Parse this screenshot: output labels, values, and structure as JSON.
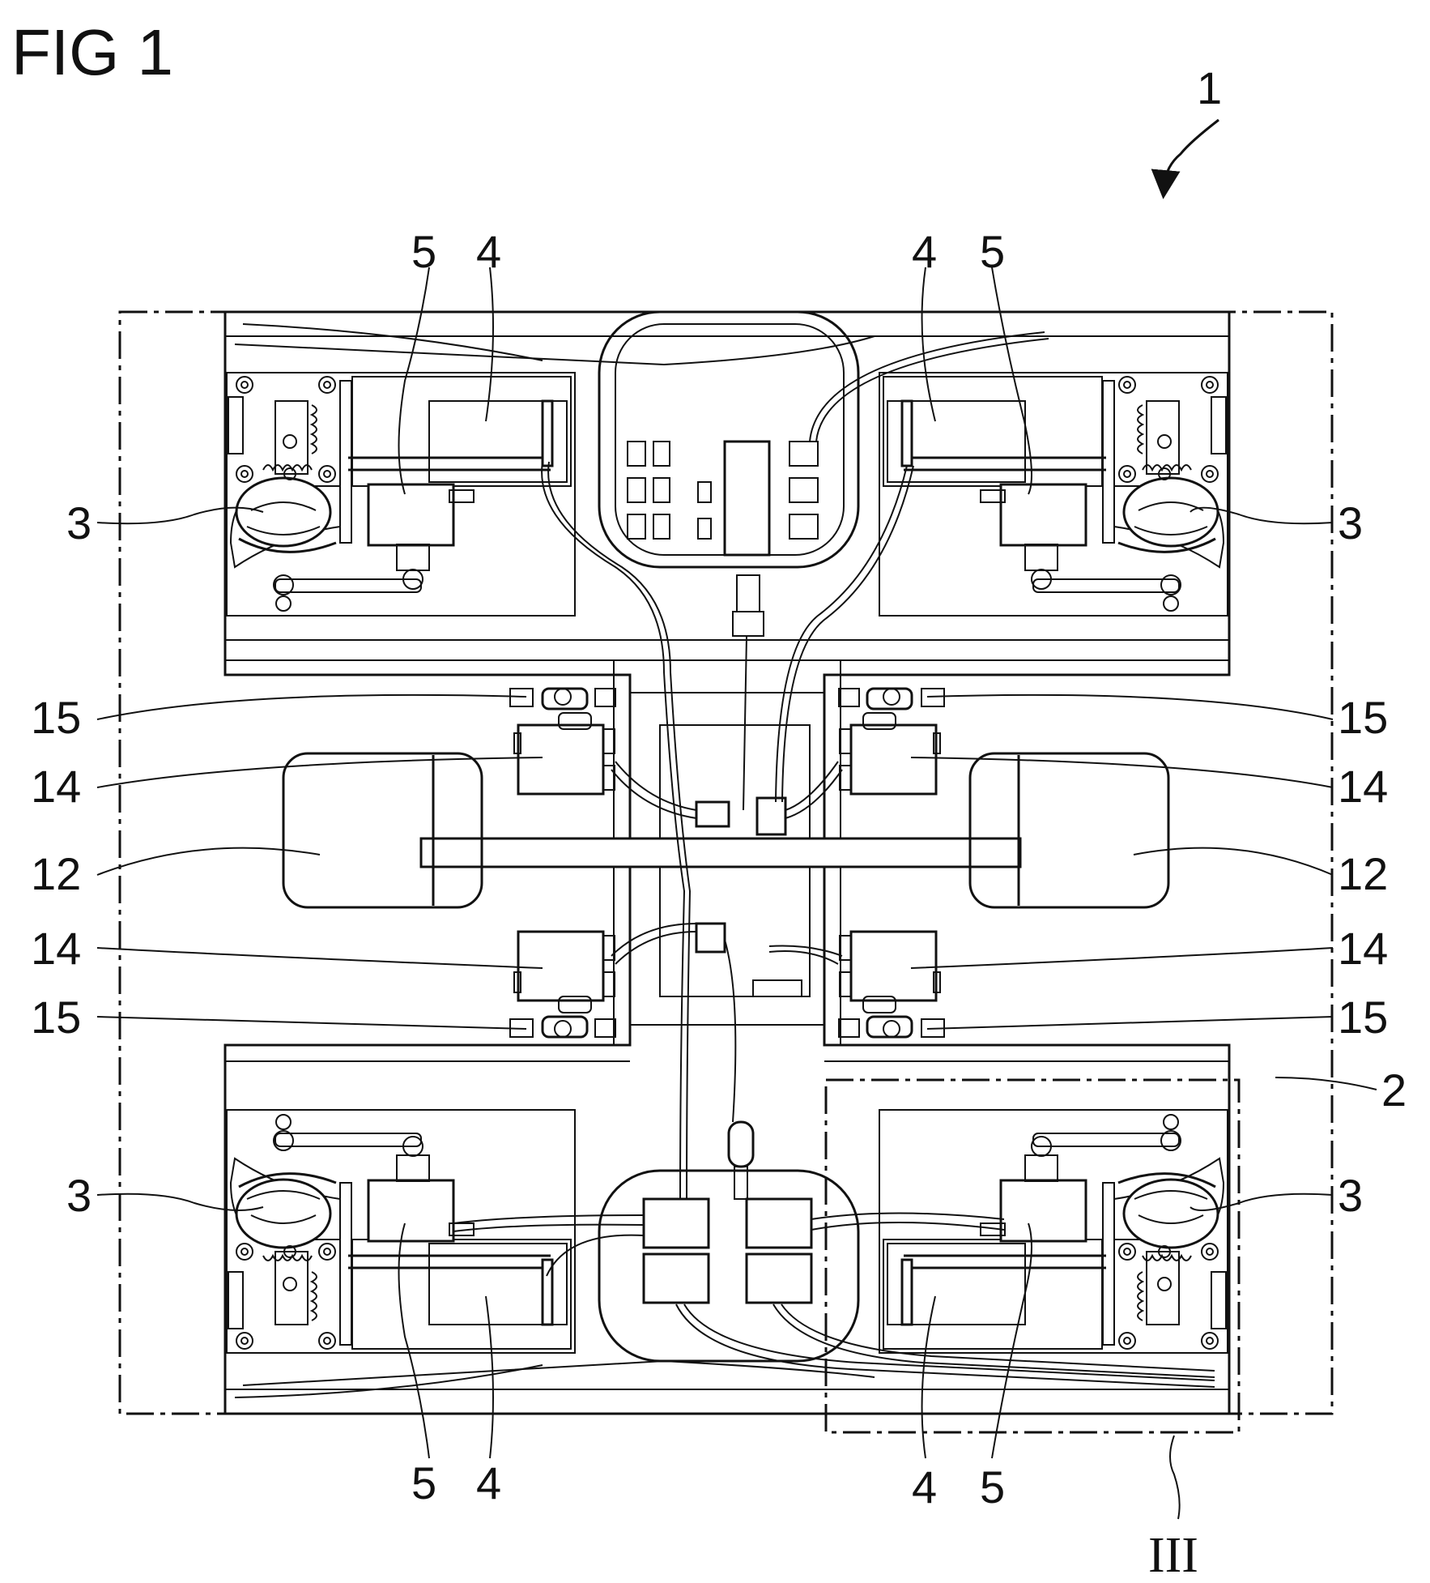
{
  "figure": {
    "title": "FIG 1",
    "labels": {
      "device": "1",
      "frame": "2",
      "wheel_unit": "3",
      "motor": "4",
      "steering_actuator": "5",
      "battery": "12",
      "servo": "14",
      "hinge": "15",
      "detail_ref": "III"
    }
  }
}
